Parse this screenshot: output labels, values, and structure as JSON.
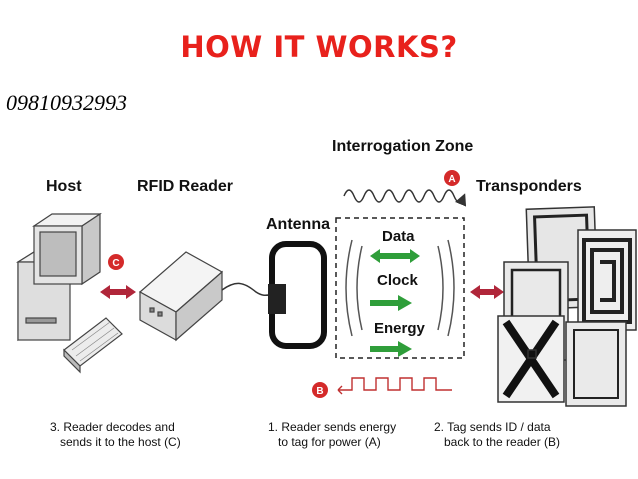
{
  "title": "HOW IT WORKS?",
  "phone": "09810932993",
  "labels": {
    "host": "Host",
    "reader": "RFID Reader",
    "antenna": "Antenna",
    "zone": "Interrogation Zone",
    "transponders": "Transponders"
  },
  "flows": {
    "data": "Data",
    "clock": "Clock",
    "energy": "Energy"
  },
  "markers": {
    "a": "A",
    "b": "B",
    "c": "C"
  },
  "steps": {
    "s3_line1": "3. Reader decodes and",
    "s3_line2": "sends it to the host (C)",
    "s1_line1": "1. Reader sends energy",
    "s1_line2": "to tag for power (A)",
    "s2_line1": "2. Tag sends ID / data",
    "s2_line2": "back to the reader (B)"
  },
  "colors": {
    "title": "#e8211c",
    "arrow_green": "#2f9e3a",
    "arrow_red": "#b0263a",
    "marker_red": "#d42a2a"
  }
}
